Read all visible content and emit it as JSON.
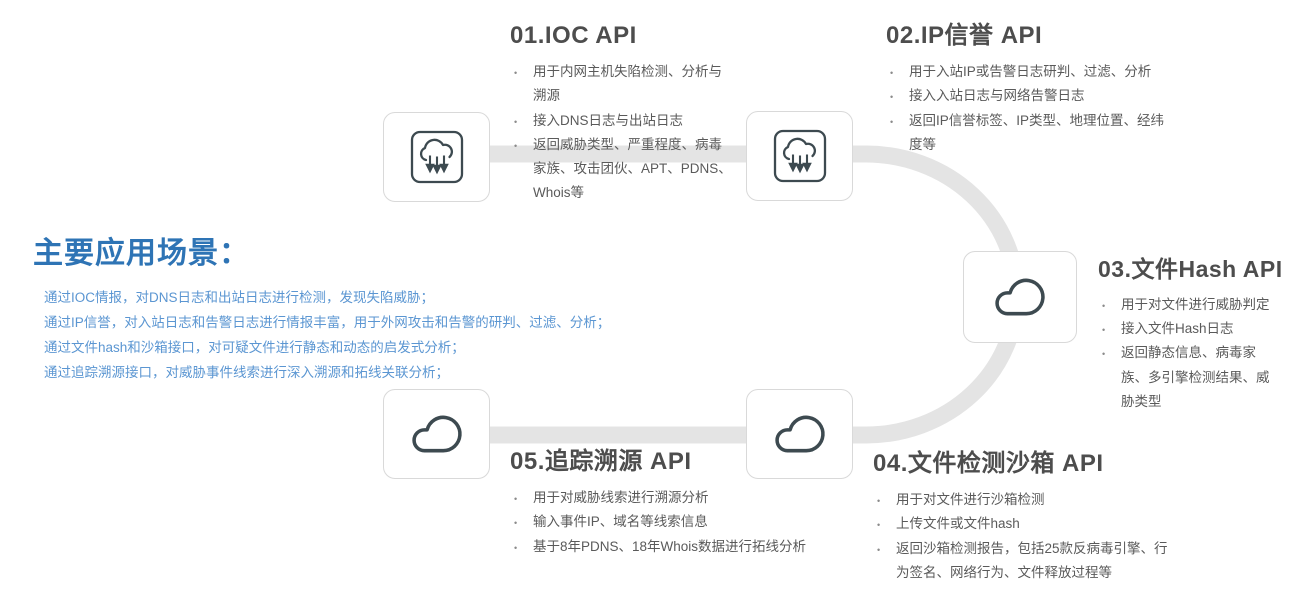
{
  "left_panel": {
    "title": "主要应用场景：",
    "scenarios": [
      "通过IOC情报，对DNS日志和出站日志进行检测，发现失陷威胁；",
      "通过IP信誉，对入站日志和告警日志进行情报丰富，用于外网攻击和告警的研判、过滤、分析；",
      "通过文件hash和沙箱接口，对可疑文件进行静态和动态的启发式分析；",
      "通过追踪溯源接口，对威胁事件线索进行深入溯源和拓线关联分析；"
    ]
  },
  "apis": [
    {
      "title": "01.IOC API",
      "icon": "cloud-download-icon",
      "bullets": [
        "用于内网主机失陷检测、分析与溯源",
        "接入DNS日志与出站日志",
        "返回威胁类型、严重程度、病毒家族、攻击团伙、APT、PDNS、Whois等"
      ]
    },
    {
      "title": "02.IP信誉 API",
      "icon": "cloud-download-icon",
      "bullets": [
        "用于入站IP或告警日志研判、过滤、分析",
        "接入入站日志与网络告警日志",
        "返回IP信誉标签、IP类型、地理位置、经纬度等"
      ]
    },
    {
      "title": "03.文件Hash API",
      "icon": "cloud-icon",
      "bullets": [
        "用于对文件进行威胁判定",
        "接入文件Hash日志",
        "返回静态信息、病毒家族、多引擎检测结果、威胁类型"
      ]
    },
    {
      "title": "04.文件检测沙箱 API",
      "icon": "cloud-icon",
      "bullets": [
        "用于对文件进行沙箱检测",
        "上传文件或文件hash",
        "返回沙箱检测报告，包括25款反病毒引擎、行为签名、网络行为、文件释放过程等"
      ]
    },
    {
      "title": "05.追踪溯源 API",
      "icon": "cloud-icon",
      "bullets": [
        "用于对威胁线索进行溯源分析",
        "输入事件IP、域名等线索信息",
        "基于8年PDNS、18年Whois数据进行拓线分析"
      ]
    }
  ],
  "colors": {
    "title-blue": "#2e74b5",
    "body-blue": "#5b96d2",
    "heading-gray": "#4d4d4d",
    "text-gray": "#5a5a5a",
    "band-gray": "#e4e4e4",
    "box-border": "#d9d9d9",
    "icon-stroke": "#3d4a50"
  }
}
